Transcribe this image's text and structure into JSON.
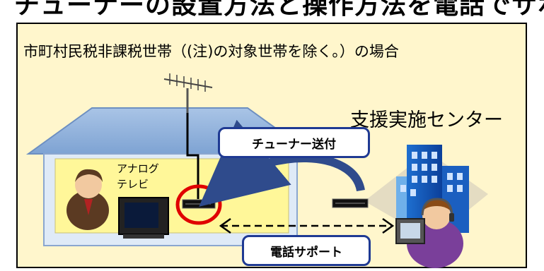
{
  "header": {
    "title": "チューナーの設置方法と操作方法を電話でサポート"
  },
  "panel": {
    "subtitle": "市町村民税非課税世帯（(注)の対象世帯を除く。）の場合",
    "center_label": "支援実施センター",
    "tv_label_line1": "アナログ",
    "tv_label_line2": "テレビ",
    "send_label": "チューナー送付",
    "support_label": "電話サポート"
  },
  "colors": {
    "panel_bg": "#fff6cc",
    "house_wall": "#e0ecf8",
    "house_room": "#fff799",
    "box_border": "#1f3a93",
    "arrow": "#2f4b8c",
    "circle": "#e00000"
  }
}
